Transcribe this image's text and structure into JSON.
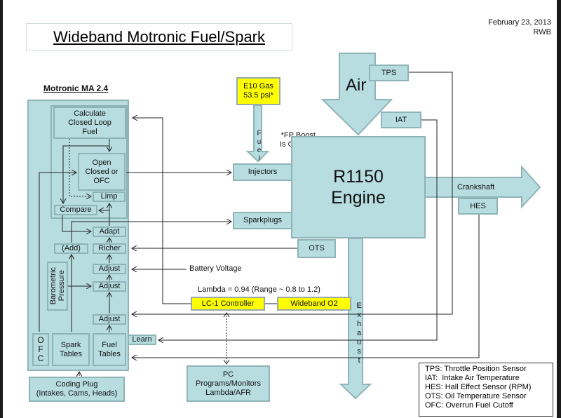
{
  "title": "Wideband Motronic Fuel/Spark",
  "date": "February 23, 2013",
  "author": "RWB",
  "ecu": {
    "label": "Motronic MA 2.4",
    "calc": [
      "Calculate",
      "Closed Loop",
      "Fuel"
    ],
    "open": [
      "Open",
      "Closed or",
      "OFC"
    ],
    "limp": "Limp",
    "compare": "Compare",
    "adapt": "Adapt",
    "add": "(Add)",
    "richer": "Richer",
    "adjust1": "Adjust",
    "adjust2": "Adjust",
    "adjust3": "Adjust",
    "baro": "Barometric\nPressure",
    "ofc": [
      "O",
      "F",
      "C"
    ],
    "spark_tables": [
      "Spark",
      "Tables"
    ],
    "fuel_tables": [
      "Fuel",
      "Tables"
    ],
    "learn": "Learn"
  },
  "coding_plug": [
    "Coding Plug",
    "(Intakes, Cams, Heads)"
  ],
  "fuel_source": [
    "E10 Gas",
    "53.5 psi*"
  ],
  "fuel_arrow_label": [
    "F",
    "u",
    "e",
    "l"
  ],
  "fp_note": [
    "*FP Boost",
    "Is Optional"
  ],
  "injectors": "Injectors",
  "sparkplugs": "Sparkplugs",
  "air_label": "Air",
  "tps": "TPS",
  "iat": "IAT",
  "engine": [
    "R1150",
    "Engine"
  ],
  "crankshaft": "Crankshaft",
  "hes": "HES",
  "ots": "OTS",
  "exhaust_label": [
    "E",
    "x",
    "h",
    "a",
    "u",
    "s",
    "t"
  ],
  "battery_voltage": "Battery Voltage",
  "lambda_note": "Lambda = 0.94 (Range ~ 0.8 to 1.2)",
  "lc1": "LC-1 Controller",
  "wideband": "Wideband  O2",
  "pc": [
    "PC",
    "Programs/Monitors",
    "Lambda/AFR"
  ],
  "legend": [
    "TPS: Throttle Position Sensor",
    "IAT:  Intake Air Temperature",
    "HES: Hall Effect Sensor (RPM)",
    "OTS: Oil Temperature Sensor",
    "OFC: Overrun Fuel Cutoff"
  ],
  "colors": {
    "box": "#b7dde0",
    "border": "#8fb4b7",
    "highlight": "#ffff00"
  }
}
